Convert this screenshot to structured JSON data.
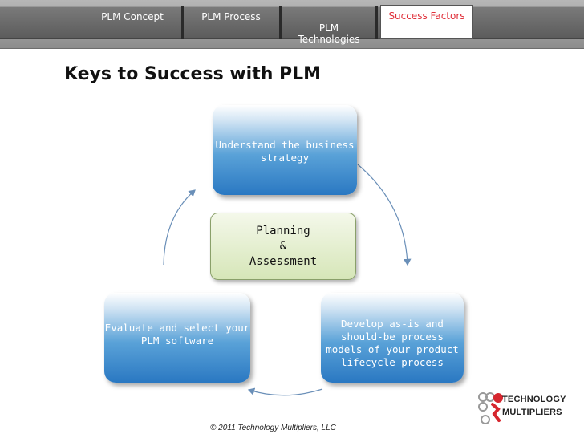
{
  "nav": {
    "tabs": [
      {
        "label": "PLM Concept"
      },
      {
        "label": "PLM Process"
      },
      {
        "label": "PLM\nTechnologies"
      },
      {
        "label": "Success Factors"
      }
    ],
    "active_tab": "Success Factors",
    "active_color": "#e0303a"
  },
  "page_title": "Keys to Success with PLM",
  "cycle": {
    "center": "Planning\n&\nAssessment",
    "steps": [
      {
        "label": "Understand the business\nstrategy"
      },
      {
        "label": "Develop as-is and\nshould-be process\nmodels of your product\nlifecycle process"
      },
      {
        "label": "Evaluate and select your\nPLM software"
      }
    ]
  },
  "footer": "© 2011 Technology Multipliers, LLC",
  "logo": {
    "line1": "TECHNOLOGY",
    "line2": "MULTIPLIERS"
  }
}
